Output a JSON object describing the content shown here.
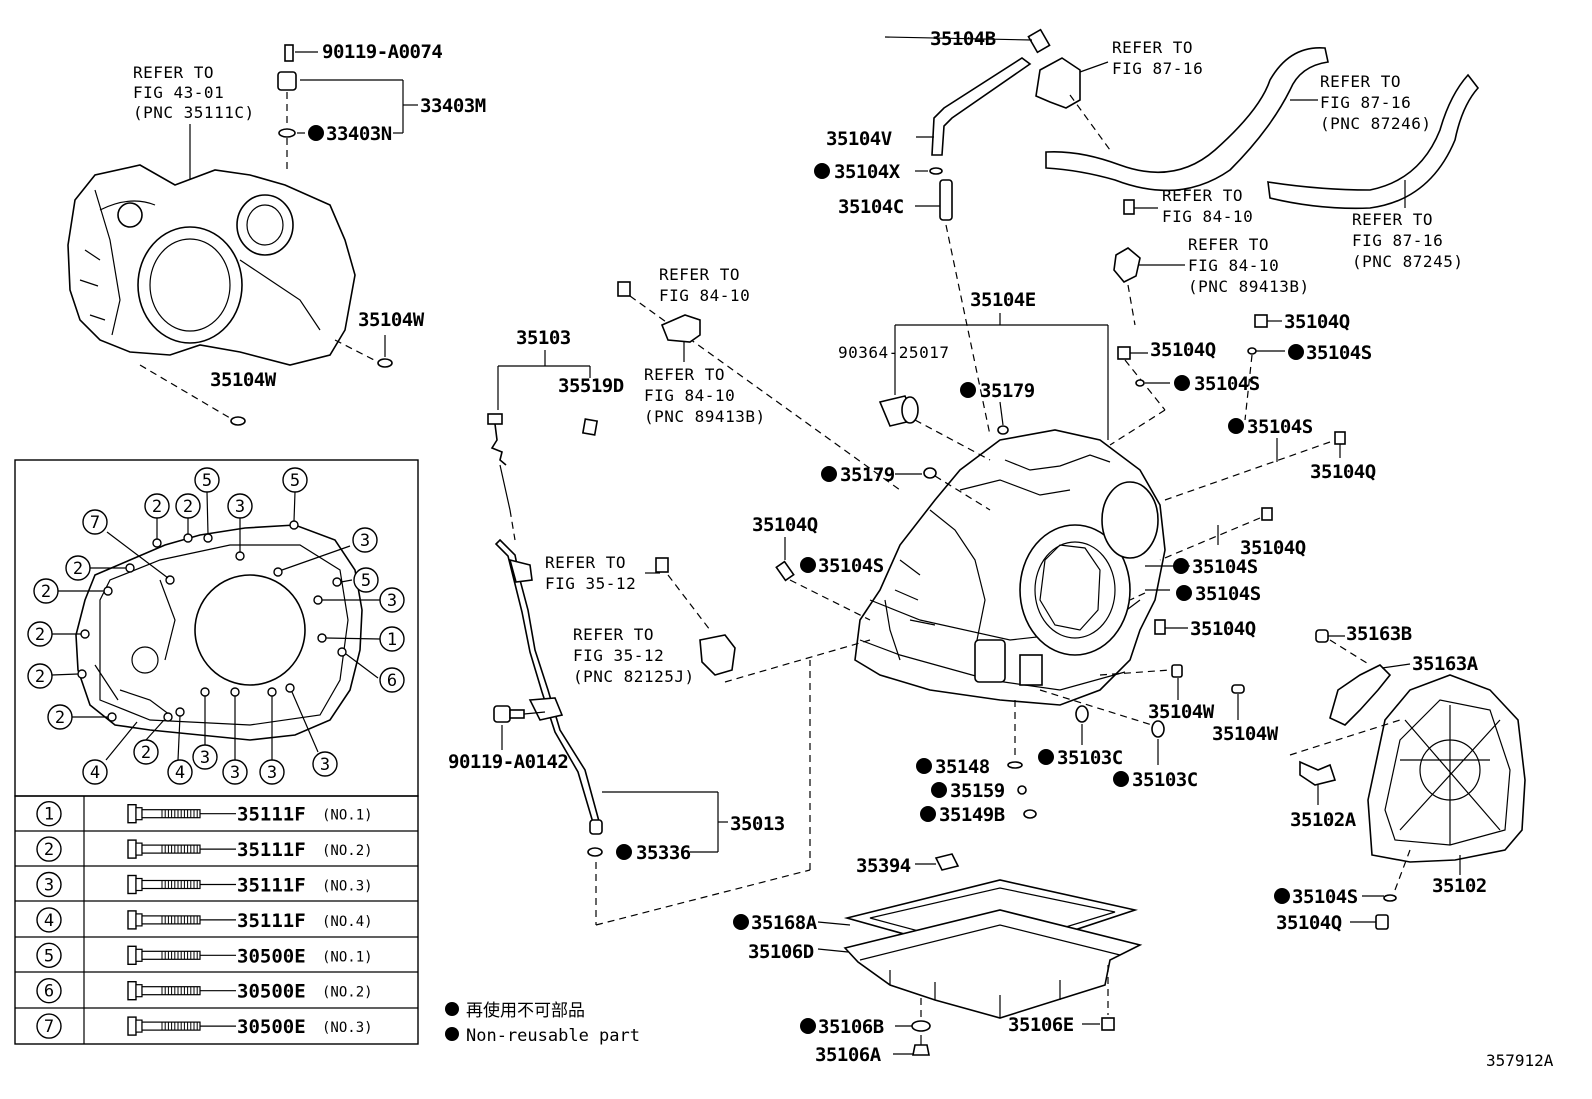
{
  "diagram_id": "357912A",
  "legend": {
    "jp": "再使用不可部品",
    "en": "Non-reusable part"
  },
  "bolt_table": [
    {
      "num": "1",
      "part": "35111F",
      "note": "(NO.1)"
    },
    {
      "num": "2",
      "part": "35111F",
      "note": "(NO.2)"
    },
    {
      "num": "3",
      "part": "35111F",
      "note": "(NO.3)"
    },
    {
      "num": "4",
      "part": "35111F",
      "note": "(NO.4)"
    },
    {
      "num": "5",
      "part": "30500E",
      "note": "(NO.1)"
    },
    {
      "num": "6",
      "part": "30500E",
      "note": "(NO.2)"
    },
    {
      "num": "7",
      "part": "30500E",
      "note": "(NO.3)"
    }
  ],
  "inset_circle_nums": {
    "n1": "1",
    "n2": "2",
    "n3": "3",
    "n4": "4",
    "n5": "5",
    "n6": "6",
    "n7": "7"
  },
  "labels": {
    "p90119_A0074": "90119-A0074",
    "p33403M": "33403M",
    "p33403N": "33403N",
    "p35104W_a": "35104W",
    "p35104W_b": "35104W",
    "p35104B": "35104B",
    "p35104V": "35104V",
    "p35104X": "35104X",
    "p35104C": "35104C",
    "p35104E": "35104E",
    "p90364_25017": "90364-25017",
    "p35179_a": "35179",
    "p35179_b": "35179",
    "p35103": "35103",
    "p35519D": "35519D",
    "p35104Q_a": "35104Q",
    "p35104Q_b": "35104Q",
    "p35104Q_c": "35104Q",
    "p35104Q_d": "35104Q",
    "p35104Q_e": "35104Q",
    "p35104Q_f": "35104Q",
    "p35104Q_g": "35104Q",
    "p35104S_a": "35104S",
    "p35104S_b": "35104S",
    "p35104S_c": "35104S",
    "p35104S_d": "35104S",
    "p35104S_e": "35104S",
    "p35104S_f": "35104S",
    "p35104S_g": "35104S",
    "p35104W_c": "35104W",
    "p35104W_d": "35104W",
    "p35163B": "35163B",
    "p35163A": "35163A",
    "p35102A": "35102A",
    "p35102": "35102",
    "p90119_A0142": "90119-A0142",
    "p35013": "35013",
    "p35336": "35336",
    "p35148": "35148",
    "p35159": "35159",
    "p35149B": "35149B",
    "p35103C_a": "35103C",
    "p35103C_b": "35103C",
    "p35394": "35394",
    "p35168A": "35168A",
    "p35106D": "35106D",
    "p35106B": "35106B",
    "p35106A": "35106A",
    "p35106E": "35106E"
  },
  "refs": {
    "r1": [
      "REFER TO",
      "FIG 43-01",
      "(PNC 35111C)"
    ],
    "r2": [
      "REFER TO",
      "FIG 87-16"
    ],
    "r3": [
      "REFER TO",
      "FIG 87-16",
      "(PNC 87246)"
    ],
    "r4": [
      "REFER TO",
      "FIG 84-10"
    ],
    "r5": [
      "REFER TO",
      "FIG 87-16",
      "(PNC 87245)"
    ],
    "r6": [
      "REFER TO",
      "FIG 84-10",
      "(PNC 89413B)"
    ],
    "r7": [
      "REFER TO",
      "FIG 84-10"
    ],
    "r8": [
      "REFER TO",
      "FIG 84-10",
      "(PNC 89413B)"
    ],
    "r9": [
      "REFER TO",
      "FIG 35-12"
    ],
    "r10": [
      "REFER TO",
      "FIG 35-12",
      "(PNC 82125J)"
    ]
  }
}
